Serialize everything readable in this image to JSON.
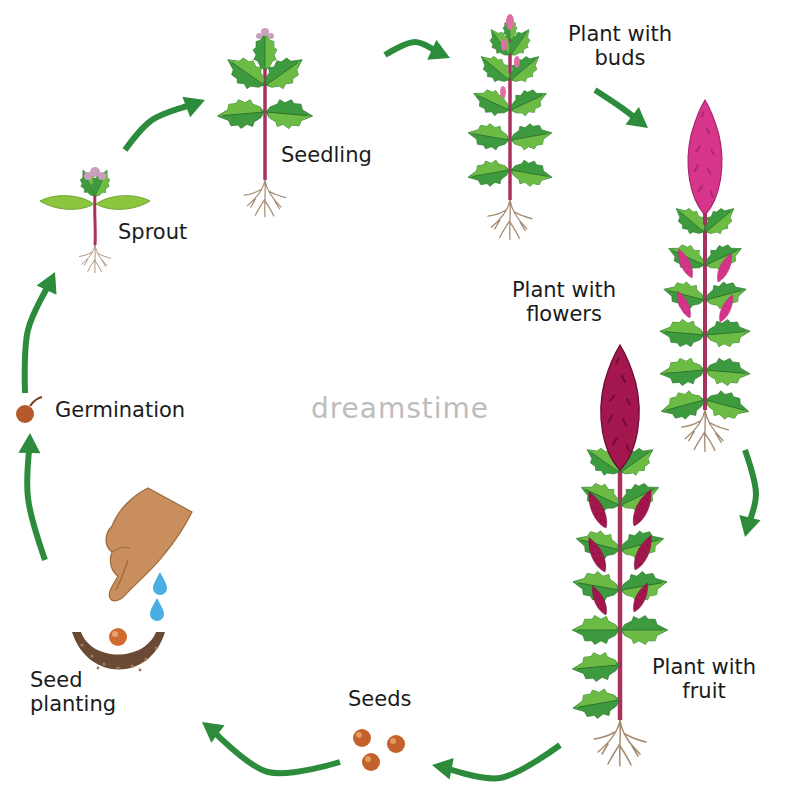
{
  "diagram": {
    "nodes": [
      {
        "text": [
          "Germination"
        ]
      },
      {
        "text": [
          "Sprout"
        ]
      },
      {
        "text": [
          "Seedling"
        ]
      },
      {
        "text": [
          "Plant with buds"
        ]
      },
      {
        "text": [
          "Plant with flowers"
        ]
      },
      {
        "text": [
          "Plant with fruit"
        ]
      },
      {
        "text": [
          "Seeds"
        ]
      },
      {
        "text": [
          "Seed planting"
        ]
      }
    ],
    "edges": [
      {
        "from": 0,
        "to": 1,
        "arrow": "to"
      },
      {
        "from": 1,
        "to": 2,
        "arrow": "to"
      },
      {
        "from": 2,
        "to": 3,
        "arrow": "to"
      },
      {
        "from": 3,
        "to": 4,
        "arrow": "to"
      },
      {
        "from": 4,
        "to": 5,
        "arrow": "to"
      },
      {
        "from": 5,
        "to": 6,
        "arrow": "to"
      },
      {
        "from": 6,
        "to": 7,
        "arrow": "to"
      },
      {
        "from": 7,
        "to": 0,
        "arrow": "to"
      }
    ],
    "labels": [
      "dreamstime"
    ]
  }
}
